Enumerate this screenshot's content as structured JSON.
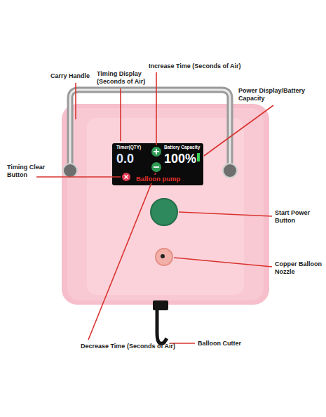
{
  "diagram": {
    "nodes": [
      {
        "text": [
          "Timer(QTY)",
          "Battery Capacity",
          "0.0",
          "100%",
          "Balloon pump"
        ]
      }
    ],
    "labels": [
      "Carry Handle",
      "Timing Display (Seconds of Air)",
      "Increase Time (Seconds of Air)",
      "Power Display/Battery Capacity",
      "Timing Clear Button",
      "Start Power Button",
      "Copper Balloon Nozzle",
      "Decrease Time (Seconds of Air)",
      "Balloon Cutter"
    ]
  }
}
